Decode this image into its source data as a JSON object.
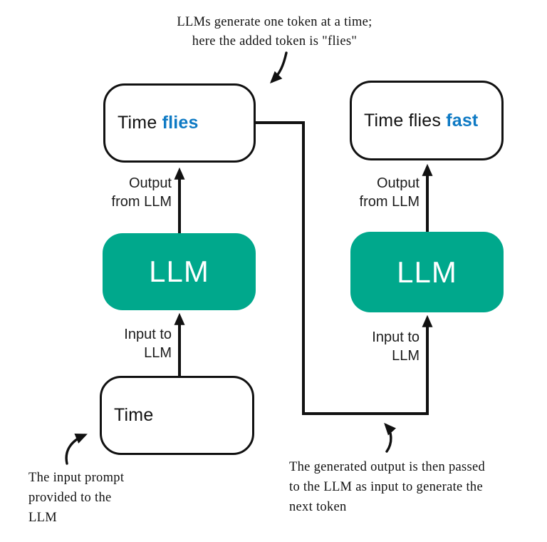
{
  "colors": {
    "teal": "#00a88c",
    "blue": "#0e7ac4",
    "line": "#111111"
  },
  "annotations": {
    "top": {
      "lines": [
        "LLMs generate one token at a time;",
        "here the added token is \"flies\""
      ]
    },
    "bottom_left": {
      "lines": [
        "The input prompt",
        "provided to the",
        "LLM"
      ]
    },
    "bottom_right": {
      "lines": [
        "The generated output is then passed",
        "to the LLM as input to generate the",
        "next token"
      ]
    }
  },
  "columns": {
    "left": {
      "output_box": {
        "prefix": "Time ",
        "token": "flies"
      },
      "llm_label": "LLM",
      "output_arrow_label": {
        "lines": [
          "Output",
          "from LLM"
        ]
      },
      "input_arrow_label": {
        "lines": [
          "Input to",
          "LLM"
        ]
      },
      "input_box": {
        "text": "Time"
      }
    },
    "right": {
      "output_box": {
        "prefix": "Time flies ",
        "token": "fast"
      },
      "llm_label": "LLM",
      "output_arrow_label": {
        "lines": [
          "Output",
          "from LLM"
        ]
      },
      "input_arrow_label": {
        "lines": [
          "Input to",
          "LLM"
        ]
      }
    }
  },
  "icons": {
    "arrows": [
      "up-arrow-icon",
      "elbow-connector-arrow-icon",
      "curved-annotation-arrow-icon"
    ]
  }
}
